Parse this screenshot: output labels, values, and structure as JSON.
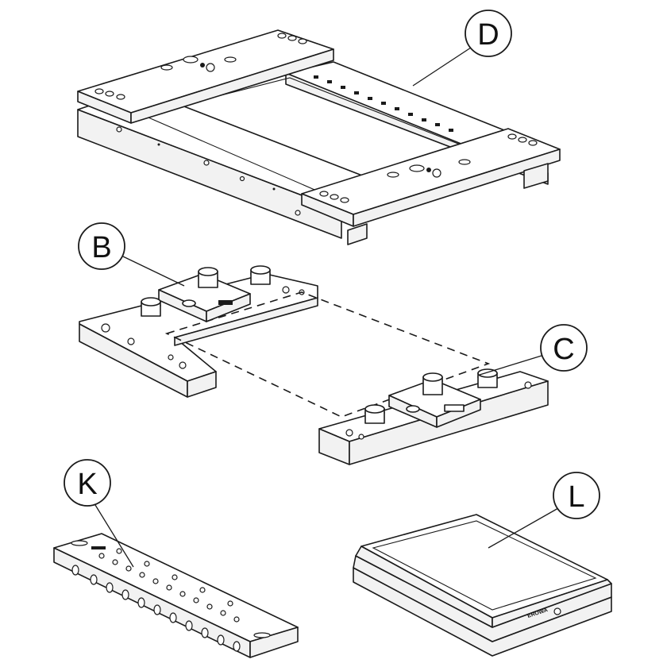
{
  "callouts": {
    "D": "D",
    "B": "B",
    "C": "C",
    "K": "K",
    "L": "L"
  },
  "tray_brand": "EROWA",
  "colors": {
    "line": "#1a1a1a",
    "fill": "#ffffff",
    "shade": "#f2f2f2"
  }
}
